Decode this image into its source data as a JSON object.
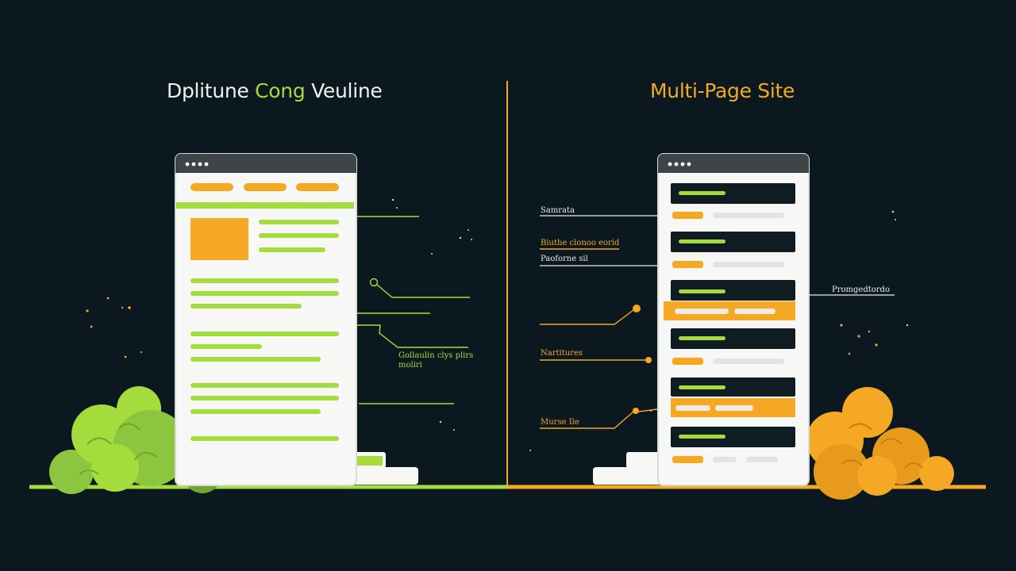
{
  "left": {
    "title_part1": "Dplitune",
    "title_part2": "Cong",
    "title_part3": "Veuline",
    "callout": "Gollaulin clys plirs\nmoliri",
    "accent": "#a4dc3d"
  },
  "right": {
    "title": "Multi-Page Site",
    "callouts": {
      "samrata": "Samrata",
      "bluthe": "Biuthe clonoo eorid",
      "paoform": "Paoforne sil",
      "nartitures": "Nartitures",
      "murse": "Murse Ile",
      "promged": "Promgedtordo"
    },
    "accent": "#f4a823"
  },
  "colors": {
    "background": "#0b1820",
    "green": "#a4dc3d",
    "orange": "#f4a823",
    "page": "#f7f7f5",
    "browser_bar": "#3e4548"
  },
  "icons": [
    "browser-dots-icon"
  ]
}
